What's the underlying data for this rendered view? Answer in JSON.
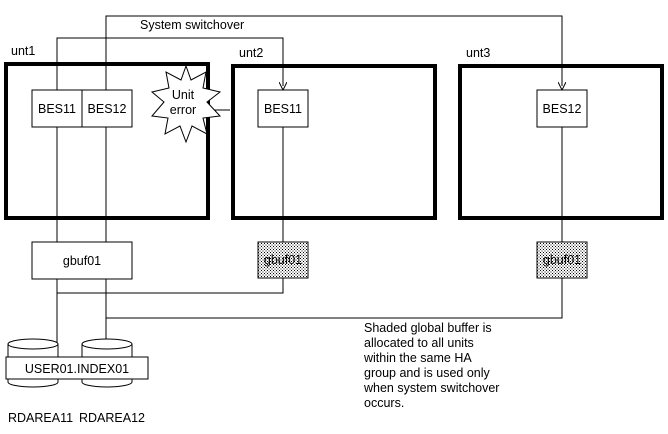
{
  "title": "System switchover",
  "units": {
    "unit1": {
      "label": "unt1",
      "servers": [
        "BES11",
        "BES12"
      ]
    },
    "unit2": {
      "label": "unt2",
      "servers": [
        "BES11"
      ]
    },
    "unit3": {
      "label": "unt3",
      "servers": [
        "BES12"
      ]
    }
  },
  "error": {
    "line1": "Unit",
    "line2": "error"
  },
  "buffers": {
    "primary": "gbuf01",
    "shaded_unit2": "gbuf01",
    "shaded_unit3": "gbuf01"
  },
  "databases": {
    "disk1": "USER01",
    "disk2": "INDEX01",
    "separator": "."
  },
  "rdareas": {
    "area1": "RDAREA11",
    "area2": "RDAREA12"
  },
  "note": {
    "lines": [
      "Shaded global buffer is",
      "allocated to all units",
      "within the same HA",
      "group and is used only",
      "when system switchover",
      "occurs."
    ]
  }
}
